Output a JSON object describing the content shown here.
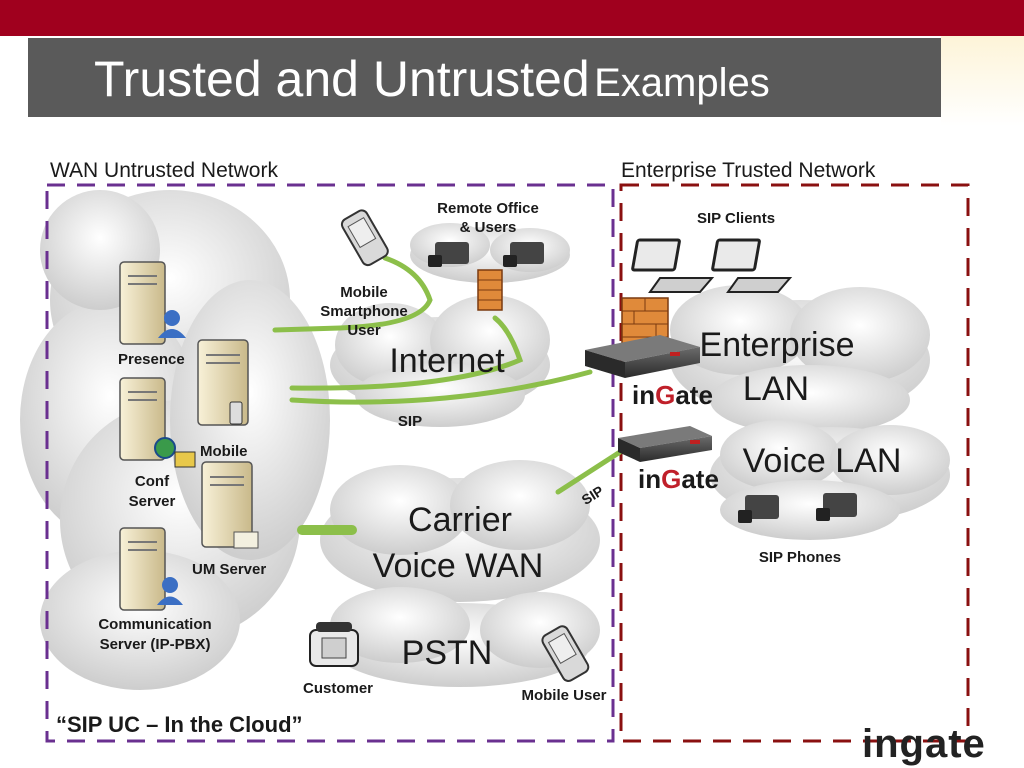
{
  "title": {
    "main": "Trusted and Untrusted",
    "sub": "Examples"
  },
  "colors": {
    "top_bar": "#a0001e",
    "title_bg": "#5a5a5a",
    "untrusted": "#6a3090",
    "trusted": "#8a1010",
    "link": "#8cbf4a"
  },
  "regions": {
    "untrusted": "WAN Untrusted Network",
    "trusted": "Enterprise Trusted Network"
  },
  "clouds": {
    "internet": "Internet",
    "carrier_line1": "Carrier",
    "carrier_line2": "Voice WAN",
    "pstn": "PSTN",
    "enterprise_line1": "Enterprise",
    "enterprise_line2": "LAN",
    "voice": "Voice LAN"
  },
  "servers": {
    "presence": "Presence",
    "mobile": "Mobile",
    "conf_line1": "Conf",
    "conf_line2": "Server",
    "um": "UM Server",
    "comm_line1": "Communication",
    "comm_line2": "Server (IP-PBX)"
  },
  "devices": {
    "mobile_user_line1": "Mobile",
    "mobile_user_line2": "Smartphone",
    "mobile_user_line3": "User",
    "remote_office_line1": "Remote Office",
    "remote_office_line2": "& Users",
    "sip_clients": "SIP Clients",
    "sip_phones": "SIP Phones",
    "customer": "Customer",
    "mobile_user": "Mobile User"
  },
  "links": {
    "sip_internet": "SIP",
    "sip_voice": "SIP"
  },
  "ingate": {
    "brand_in": "in",
    "brand_g": "G",
    "brand_ate": "ate"
  },
  "cloud_caption": "“SIP UC – In the Cloud”",
  "footer_logo": "ingate"
}
